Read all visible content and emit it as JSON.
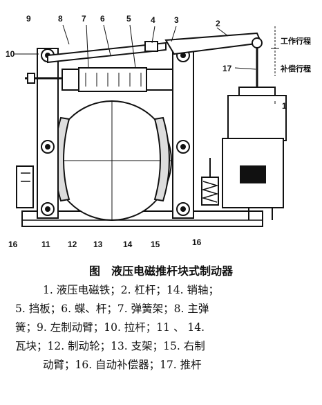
{
  "labels": {
    "n9": "9",
    "n8": "8",
    "n7": "7",
    "n6": "6",
    "n5": "5",
    "n4": "4",
    "n3": "3",
    "n2": "2",
    "n10": "10",
    "n17": "17",
    "n1": "1",
    "b16a": "16",
    "b11": "11",
    "b12": "12",
    "b13": "13",
    "b14": "14",
    "b15": "15",
    "b16b": "16"
  },
  "side_labels": {
    "work": "工作行程",
    "comp": "补偿行程"
  },
  "caption": "图　液压电磁推杆块式制动器",
  "legend": [
    "1. 液压电磁铁；2. 杠杆；14. 销轴；",
    "5. 挡板；6. 蝶、杆；7. 弹簧架；8. 主弹",
    "簧；9. 左制动臂；10. 拉杆；11 、 14.",
    "瓦块；12. 制动轮；13. 支架；15. 右制",
    "动臂；16. 自动补偿器；17. 推杆"
  ]
}
